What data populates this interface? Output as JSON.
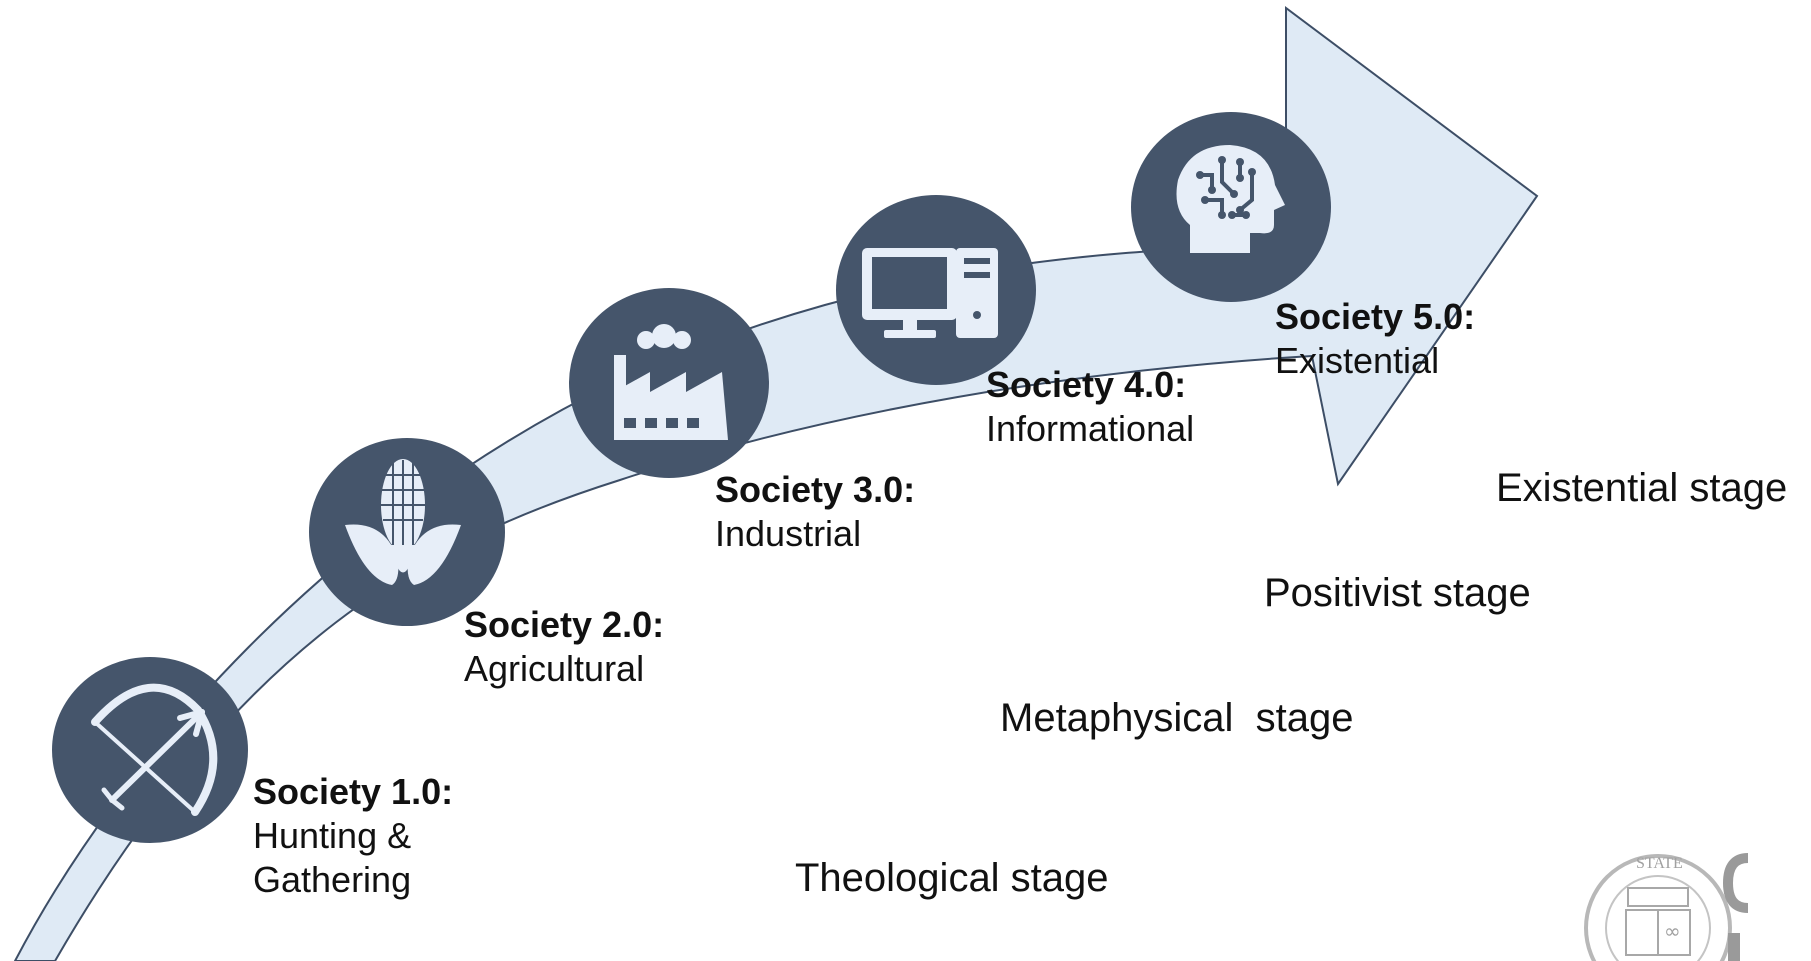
{
  "colors": {
    "arrow_fill": "#dfeaf5",
    "arrow_stroke": "#3d4e66",
    "circle_fill": "#45556b",
    "icon_fill": "#e7eef8"
  },
  "societies": [
    {
      "title": "Society 1.0:",
      "desc_lines": [
        "Hunting &",
        "Gathering"
      ],
      "icon": "bow-and-arrow-icon"
    },
    {
      "title": "Society 2.0:",
      "desc_lines": [
        "Agricultural"
      ],
      "icon": "corn-icon"
    },
    {
      "title": "Society 3.0:",
      "desc_lines": [
        "Industrial"
      ],
      "icon": "factory-icon"
    },
    {
      "title": "Society 4.0:",
      "desc_lines": [
        "Informational"
      ],
      "icon": "computer-icon"
    },
    {
      "title": "Society 5.0:",
      "desc_lines": [
        "Existential"
      ],
      "icon": "brain-head-icon"
    }
  ],
  "stages": [
    {
      "label": "Existential stage"
    },
    {
      "label": "Positivist stage"
    },
    {
      "label": "Metaphysical  stage"
    },
    {
      "label": "Theological stage"
    }
  ],
  "logo": {
    "text": "STATE",
    "symbol": "∞"
  }
}
